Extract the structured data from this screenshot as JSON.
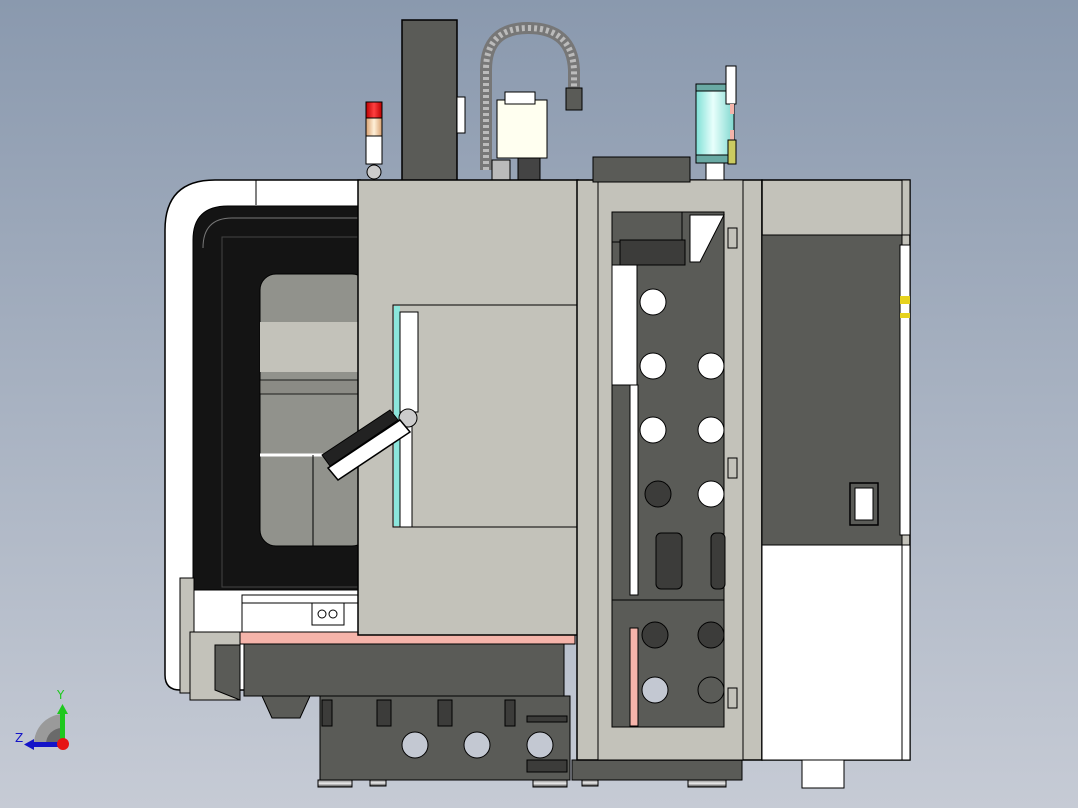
{
  "viewport": {
    "background_top": "#8c9bb0",
    "background_bottom": "#c3c8d2",
    "model": "cnc-machining-center-side-view"
  },
  "triad": {
    "y_label": "Y",
    "z_label": "Z",
    "colors": {
      "y": "#1ec81e",
      "z": "#1414c8",
      "x": "#e61414"
    }
  },
  "colors": {
    "body_light": "#c3c2ba",
    "body_dark": "#5a5b57",
    "panel_dark": "#141414",
    "window_glass": "#91928c",
    "accent_pink": "#f5b4aa",
    "accent_cyan": "#8ce6dc",
    "white": "#ffffff"
  }
}
